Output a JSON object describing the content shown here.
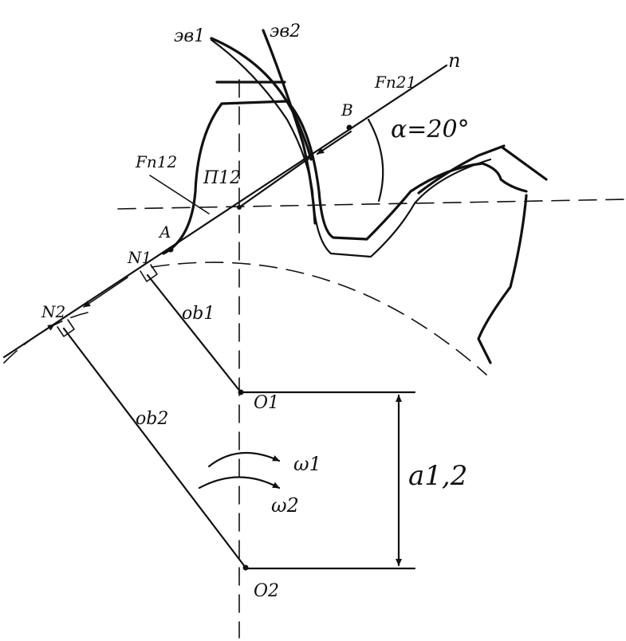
{
  "labels": {
    "ev1": "эв1",
    "ev2": "эв2",
    "n": "n",
    "fn21": "Fn21",
    "b": "B",
    "alpha": "α=20°",
    "fn12": "Fn12",
    "p12": "П12",
    "a": "A",
    "n1": "N1",
    "n2": "N2",
    "ob1": "ob1",
    "ob2": "ob2",
    "o1": "O1",
    "o2": "O2",
    "w1": "ω1",
    "w2": "ω2",
    "a12": "a1,2"
  },
  "colors": {
    "ink": "#111111",
    "background": "#ffffff"
  }
}
